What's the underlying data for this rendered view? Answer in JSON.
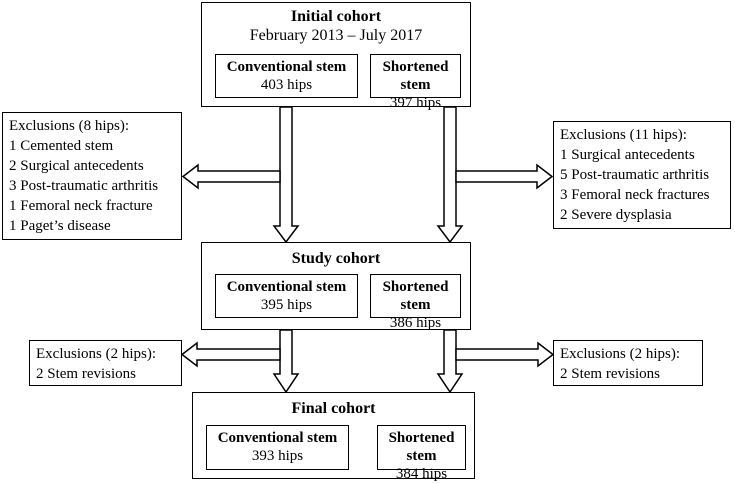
{
  "initial_cohort": {
    "title": "Initial cohort",
    "period": "February 2013 – July 2017",
    "conventional": {
      "label": "Conventional stem",
      "count": "403 hips"
    },
    "shortened": {
      "label": "Shortened stem",
      "count": "397 hips"
    }
  },
  "exclusions_left_1": {
    "title": "Exclusions (8 hips):",
    "items": [
      "1 Cemented stem",
      "2 Surgical antecedents",
      "3 Post-traumatic arthritis",
      "1 Femoral neck fracture",
      "1 Paget’s disease"
    ]
  },
  "exclusions_right_1": {
    "title": "Exclusions (11 hips):",
    "items": [
      "1 Surgical antecedents",
      "5 Post-traumatic arthritis",
      "3 Femoral neck fractures",
      "2 Severe dysplasia"
    ]
  },
  "study_cohort": {
    "title": "Study cohort",
    "conventional": {
      "label": "Conventional stem",
      "count": "395 hips"
    },
    "shortened": {
      "label": "Shortened stem",
      "count": "386 hips"
    }
  },
  "exclusions_left_2": {
    "title": "Exclusions (2 hips):",
    "items": [
      "2 Stem revisions"
    ]
  },
  "exclusions_right_2": {
    "title": "Exclusions (2 hips):",
    "items": [
      "2 Stem revisions"
    ]
  },
  "final_cohort": {
    "title": "Final cohort",
    "conventional": {
      "label": "Conventional stem",
      "count": "393 hips"
    },
    "shortened": {
      "label": "Shortened stem",
      "count": "384 hips"
    }
  }
}
